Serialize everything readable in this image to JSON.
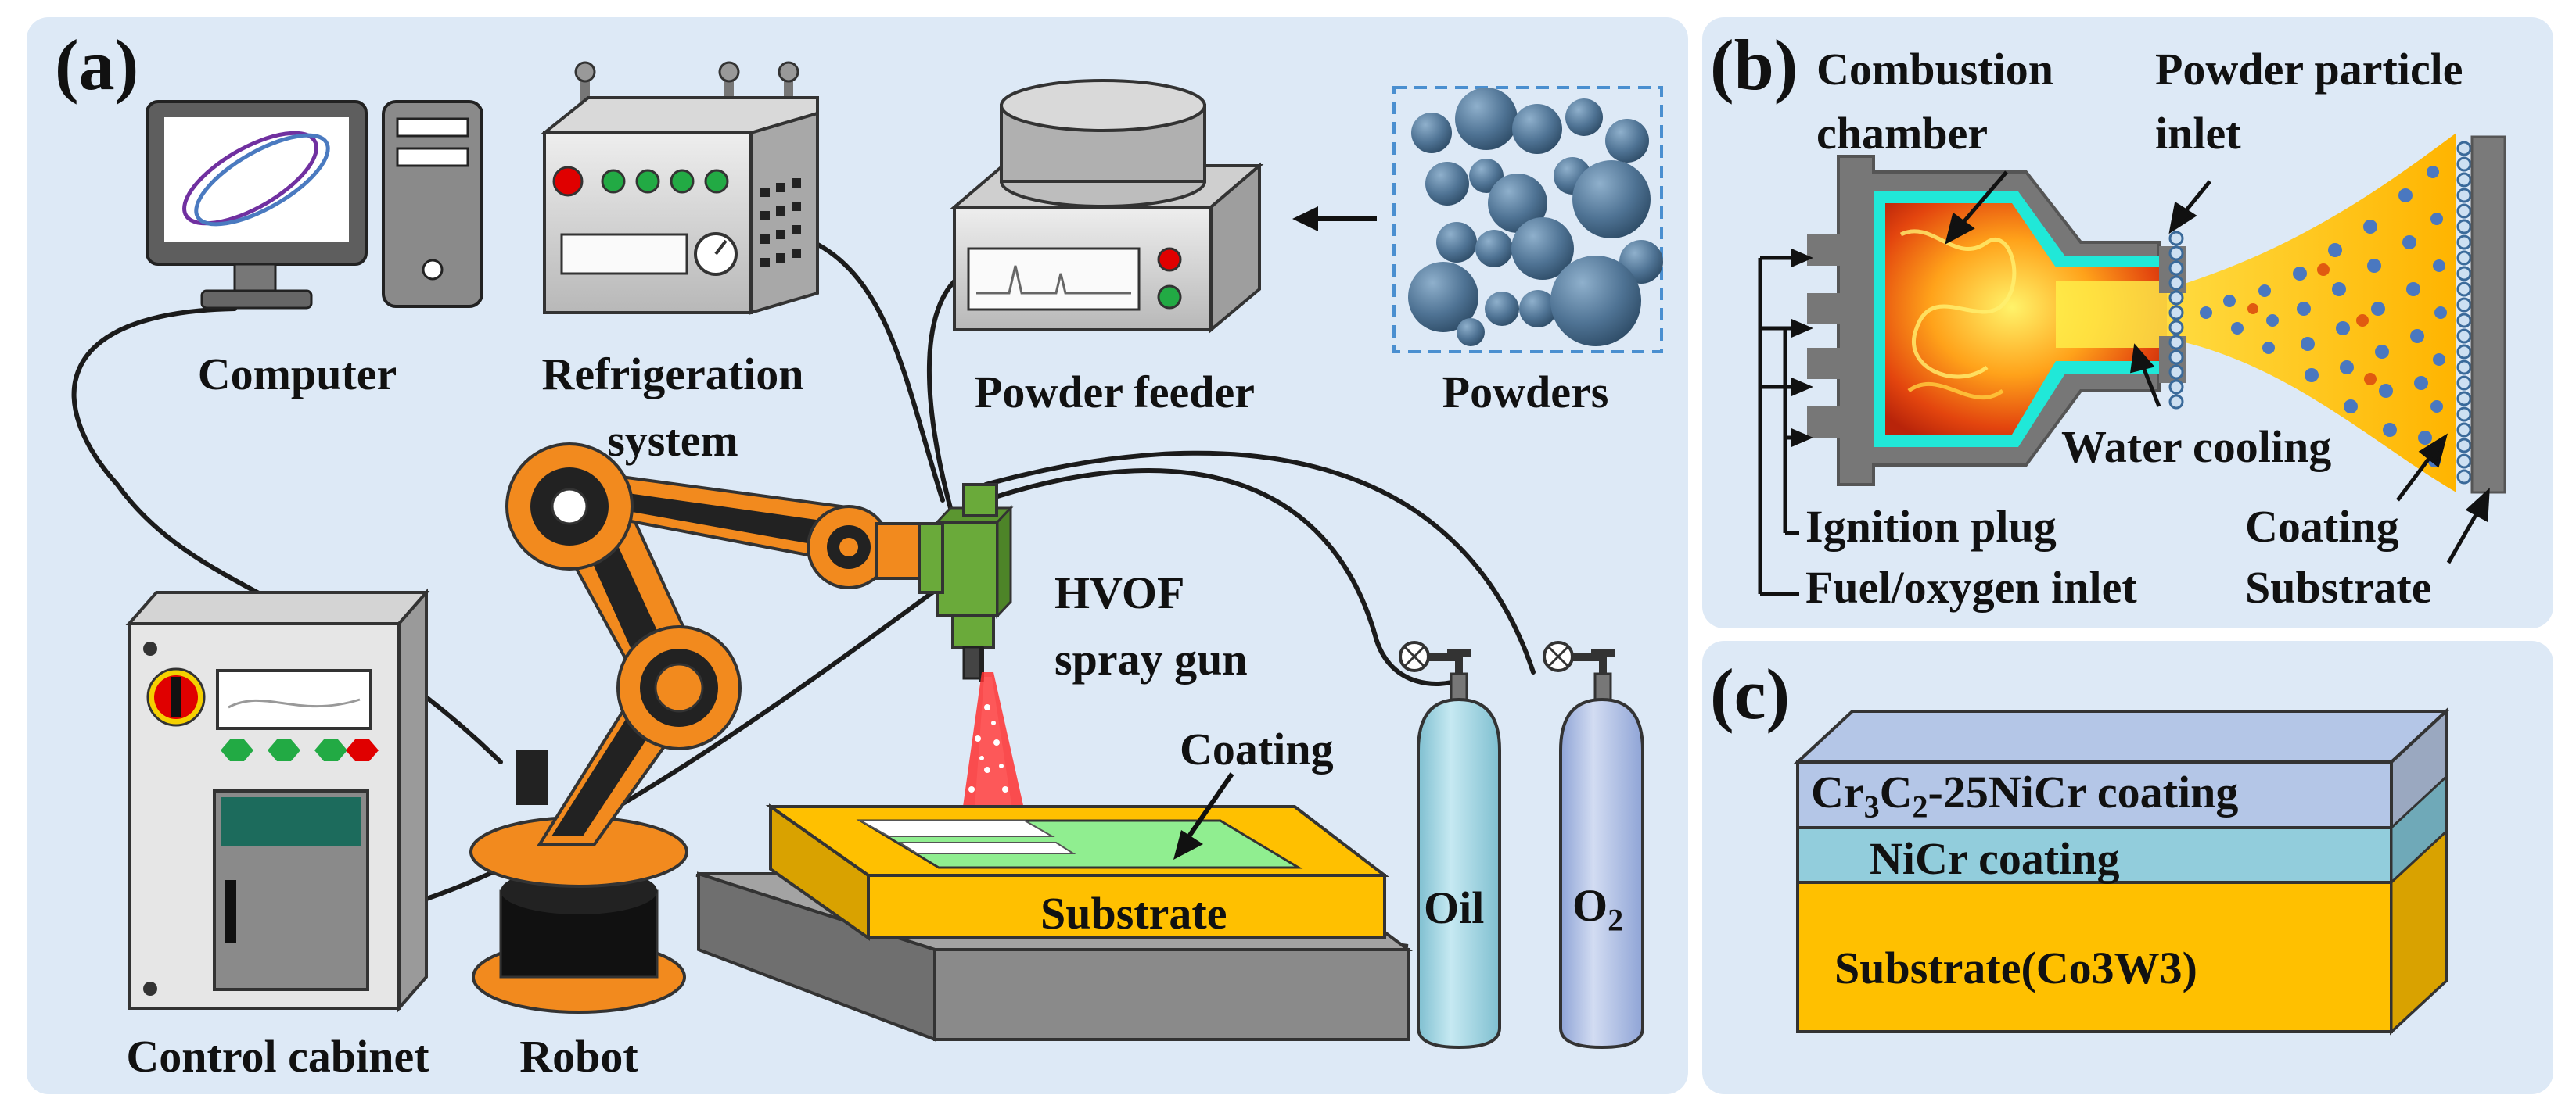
{
  "panels": {
    "a": {
      "label": "(a)",
      "computer": "Computer",
      "refrigeration_line1": "Refrigeration",
      "refrigeration_line2": "system",
      "powder_feeder": "Powder feeder",
      "powders": "Powders",
      "hvof_line1": "HVOF",
      "hvof_line2": "spray gun",
      "coating": "Coating",
      "substrate": "Substrate",
      "oil": "Oil",
      "o2_base": "O",
      "o2_sub": "2",
      "control_cabinet": "Control cabinet",
      "robot": "Robot"
    },
    "b": {
      "label": "(b)",
      "combustion_line1": "Combustion",
      "combustion_line2": "chamber",
      "powder_inlet_line1": "Powder particle",
      "powder_inlet_line2": "inlet",
      "water_cooling": "Water cooling",
      "ignition_plug": "Ignition plug",
      "fuel_inlet": "Fuel/oxygen inlet",
      "coating": "Coating",
      "substrate": "Substrate"
    },
    "c": {
      "label": "(c)",
      "top_layer_parts": [
        "Cr",
        "3",
        "C",
        "2",
        "-25NiCr coating"
      ],
      "middle_layer": "NiCr coating",
      "bottom_layer": "Substrate(Co3W3)"
    }
  },
  "colors": {
    "panel_bg": "#dde9f6",
    "robot_orange": "#f28a1e",
    "gun_green": "#6aaa3a",
    "substrate_yellow": "#ffc000",
    "coating_green": "#90ee90",
    "cylinder_oil": "#9fd3e0",
    "cylinder_o2": "#aebfe4",
    "layer_top": "#b4c6e7",
    "layer_mid": "#92cddc",
    "layer_bottom": "#ffc000"
  }
}
